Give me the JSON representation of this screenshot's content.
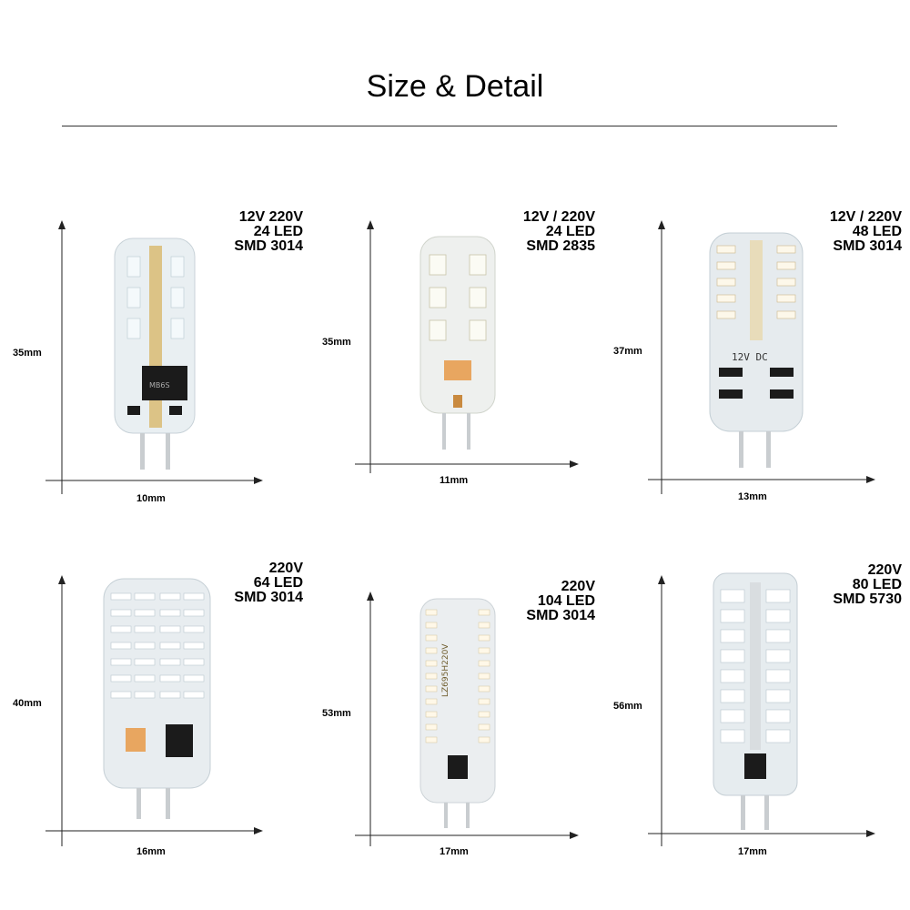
{
  "header": {
    "title": "Size & Detail"
  },
  "bulbs": [
    {
      "spec": [
        "12V 220V",
        "24 LED",
        "SMD 3014"
      ],
      "height": "35mm",
      "width": "10mm",
      "chip_text": "MB6S",
      "led_color": "#ffffff"
    },
    {
      "spec": [
        "12V / 220V",
        "24 LED",
        "SMD 2835"
      ],
      "height": "35mm",
      "width": "11mm",
      "chip_text": "",
      "led_color": "#fbfbf4"
    },
    {
      "spec": [
        "12V / 220V",
        "48 LED",
        "SMD 3014"
      ],
      "height": "37mm",
      "width": "13mm",
      "chip_text": "12V  DC",
      "led_color": "#fdf8ea"
    },
    {
      "spec": [
        "220V",
        "64 LED",
        "SMD 3014"
      ],
      "height": "40mm",
      "width": "16mm",
      "chip_text": "",
      "led_color": "#ffffff"
    },
    {
      "spec": [
        "220V",
        "104 LED",
        "SMD 3014"
      ],
      "height": "53mm",
      "width": "17mm",
      "chip_text": "LZ695H220V",
      "led_color": "#fff8e8"
    },
    {
      "spec": [
        "220V",
        "80 LED",
        "SMD 5730"
      ],
      "height": "56mm",
      "width": "17mm",
      "chip_text": "",
      "led_color": "#ffffff"
    }
  ]
}
